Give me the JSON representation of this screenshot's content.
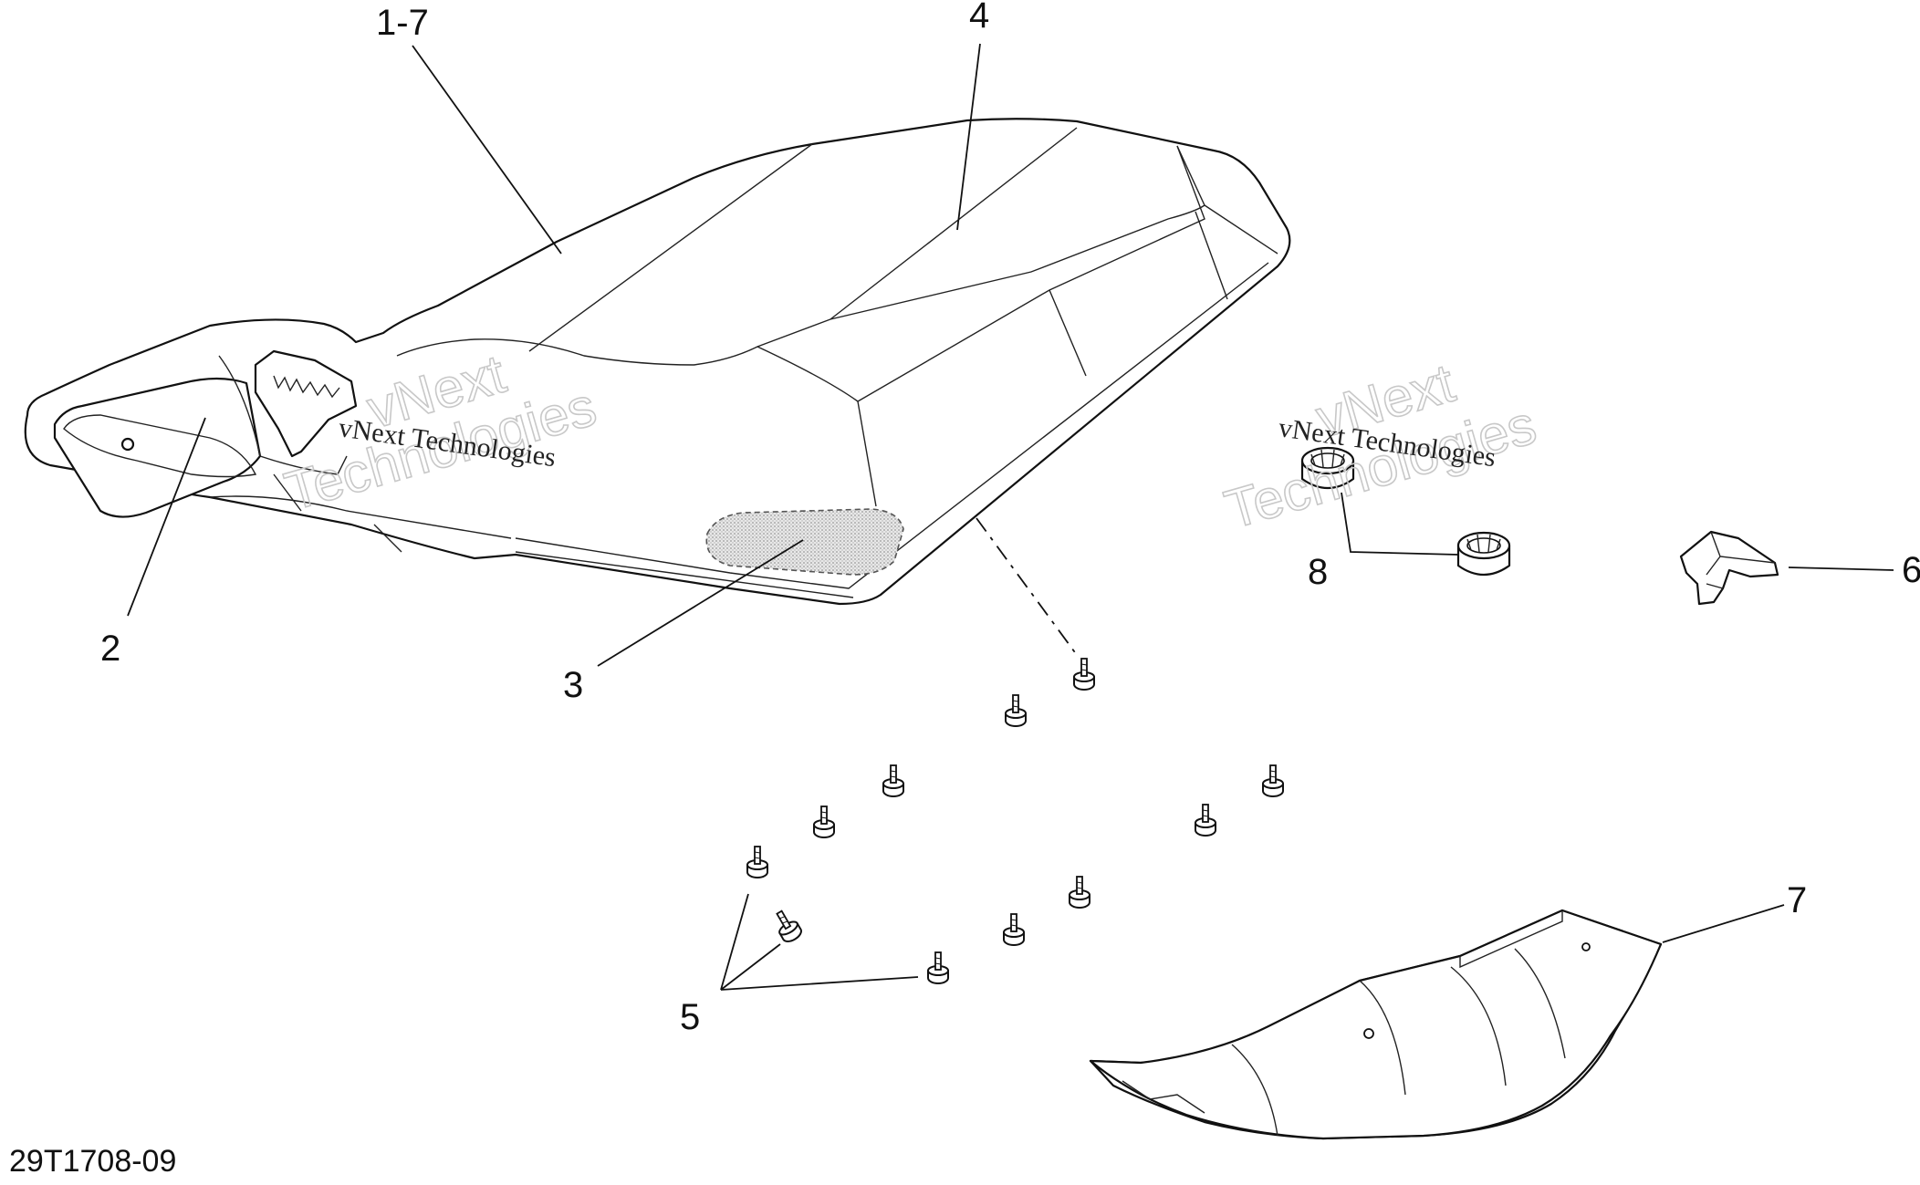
{
  "diagram_code": "29T1708-09",
  "callouts": {
    "c1": "1-7",
    "c2": "2",
    "c3": "3",
    "c4": "4",
    "c5": "5",
    "c6": "6",
    "c7": "7",
    "c8": "8"
  },
  "watermark": {
    "line_a": "vNext Technologies",
    "line_b1": "vNext",
    "line_b2": "Technologies"
  },
  "colors": {
    "line": "#111111",
    "background": "#ffffff",
    "watermark": "#c8c8c8",
    "patch": "#d8d8d8"
  }
}
